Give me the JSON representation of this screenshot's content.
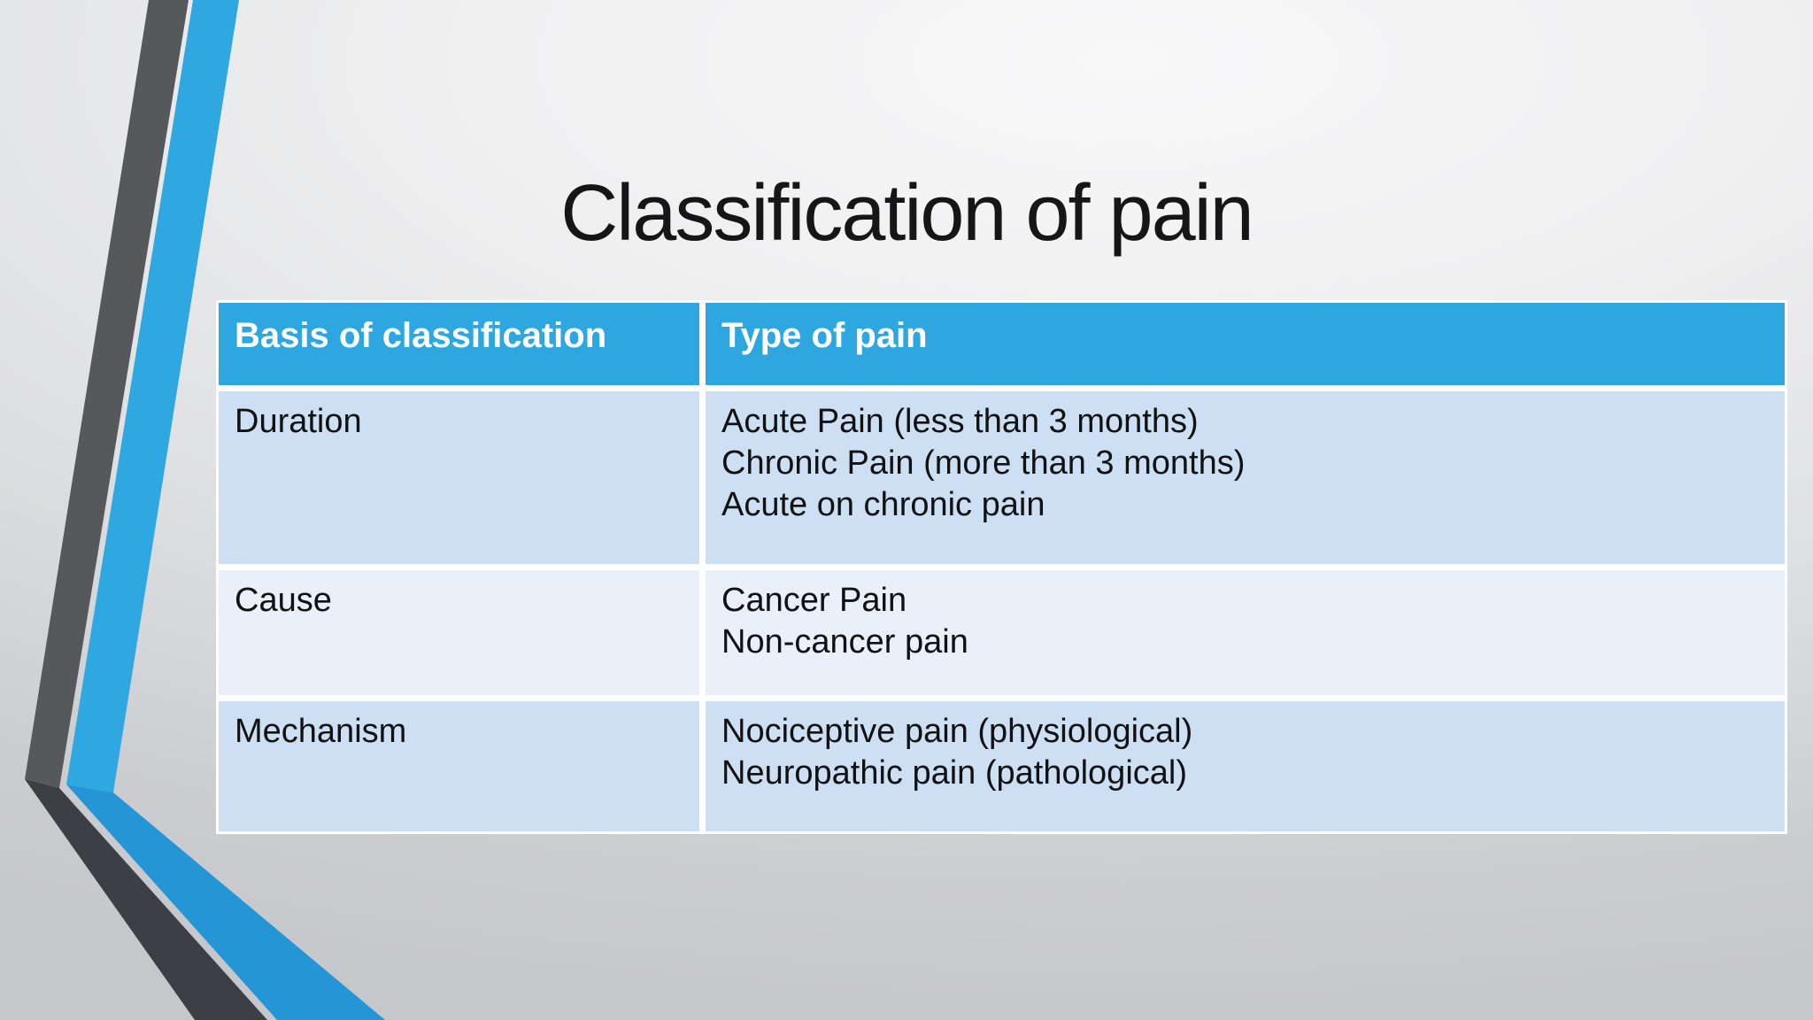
{
  "slide": {
    "title": "Classification of pain",
    "table": {
      "headers": [
        "Basis of classification",
        "Type of pain"
      ],
      "rows": [
        {
          "basis": "Duration",
          "types": [
            "Acute Pain (less than 3 months)",
            "Chronic Pain (more than 3 months)",
            "Acute on chronic pain"
          ]
        },
        {
          "basis": "Cause",
          "types": [
            "Cancer Pain",
            "Non-cancer pain"
          ]
        },
        {
          "basis": "Mechanism",
          "types": [
            "Nociceptive pain (physiological)",
            "Neuropathic pain (pathological)"
          ]
        }
      ]
    },
    "colors": {
      "header_bg": "#2EA7E0",
      "header_text": "#FFFFFF",
      "row_shade_a": "#CDE0F3",
      "row_shade_b": "#E9F0FA",
      "cell_border": "#FFFFFF",
      "body_text": "#101113",
      "title_text": "#161617",
      "ribbon_dark_upper": "#57585B",
      "ribbon_dark_lower": "#3C3F43",
      "ribbon_blue_upper": "#2FA8E1",
      "ribbon_blue_lower": "#2496D6"
    }
  }
}
